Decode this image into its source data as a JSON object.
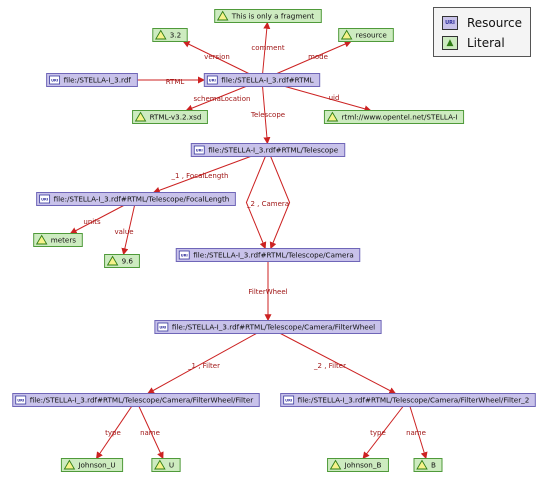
{
  "legend": {
    "resource_label": "Resource",
    "literal_label": "Literal"
  },
  "colors": {
    "resource_fill": "#c8c2ea",
    "resource_stroke": "#6f66b8",
    "literal_fill": "#cdebc0",
    "literal_stroke": "#4f9a3a",
    "edge": "#cc2222",
    "edge_label": "#a01818"
  },
  "nodes": [
    {
      "id": "fragment",
      "kind": "literal",
      "label": "This is only a fragment"
    },
    {
      "id": "v32",
      "kind": "literal",
      "label": "3.2"
    },
    {
      "id": "resource",
      "kind": "literal",
      "label": "resource"
    },
    {
      "id": "rdf",
      "kind": "resource",
      "label": "file:/STELLA-I_3.rdf"
    },
    {
      "id": "rtml",
      "kind": "resource",
      "label": "file:/STELLA-I_3.rdf#RTML"
    },
    {
      "id": "xsd",
      "kind": "literal",
      "label": "RTML-v3.2.xsd"
    },
    {
      "id": "uid",
      "kind": "literal",
      "label": "rtml://www.opentel.net/STELLA-I"
    },
    {
      "id": "telescope",
      "kind": "resource",
      "label": "file:/STELLA-I_3.rdf#RTML/Telescope"
    },
    {
      "id": "focal",
      "kind": "resource",
      "label": "file:/STELLA-I_3.rdf#RTML/Telescope/FocalLength"
    },
    {
      "id": "meters",
      "kind": "literal",
      "label": "meters"
    },
    {
      "id": "v96",
      "kind": "literal",
      "label": "9.6"
    },
    {
      "id": "camera",
      "kind": "resource",
      "label": "file:/STELLA-I_3.rdf#RTML/Telescope/Camera"
    },
    {
      "id": "fwheel",
      "kind": "resource",
      "label": "file:/STELLA-I_3.rdf#RTML/Telescope/Camera/FilterWheel"
    },
    {
      "id": "filter1",
      "kind": "resource",
      "label": "file:/STELLA-I_3.rdf#RTML/Telescope/Camera/FilterWheel/Filter"
    },
    {
      "id": "filter2",
      "kind": "resource",
      "label": "file:/STELLA-I_3.rdf#RTML/Telescope/Camera/FilterWheel/Filter_2"
    },
    {
      "id": "johnsonU",
      "kind": "literal",
      "label": "Johnson_U"
    },
    {
      "id": "U",
      "kind": "literal",
      "label": "U"
    },
    {
      "id": "johnsonB",
      "kind": "literal",
      "label": "Johnson_B"
    },
    {
      "id": "B",
      "kind": "literal",
      "label": "B"
    }
  ],
  "edges": [
    {
      "id": "comment",
      "from": "rtml",
      "to": "fragment",
      "label": "comment"
    },
    {
      "id": "version",
      "from": "rtml",
      "to": "v32",
      "label": "version"
    },
    {
      "id": "mode",
      "from": "rtml",
      "to": "resource",
      "label": "mode"
    },
    {
      "id": "rtml-rel",
      "from": "rdf",
      "to": "rtml",
      "label": "RTML"
    },
    {
      "id": "schemaLocation",
      "from": "rtml",
      "to": "xsd",
      "label": "schemaLocation"
    },
    {
      "id": "uid",
      "from": "rtml",
      "to": "uid",
      "label": "uid"
    },
    {
      "id": "telescope",
      "from": "rtml",
      "to": "telescope",
      "label": "Telescope"
    },
    {
      "id": "focallength",
      "from": "telescope",
      "to": "focal",
      "label": "_1 , FocalLength"
    },
    {
      "id": "camera-a",
      "from": "telescope",
      "to": "camera",
      "label": "_2 , Camera"
    },
    {
      "id": "camera-b",
      "from": "telescope",
      "to": "camera",
      "label": ""
    },
    {
      "id": "units",
      "from": "focal",
      "to": "meters",
      "label": "units"
    },
    {
      "id": "value",
      "from": "focal",
      "to": "v96",
      "label": "value"
    },
    {
      "id": "filterwheel",
      "from": "camera",
      "to": "fwheel",
      "label": "FilterWheel"
    },
    {
      "id": "filter1",
      "from": "fwheel",
      "to": "filter1",
      "label": "_1 , Filter"
    },
    {
      "id": "filter2",
      "from": "fwheel",
      "to": "filter2",
      "label": "_2 , Filter"
    },
    {
      "id": "type1",
      "from": "filter1",
      "to": "johnsonU",
      "label": "type"
    },
    {
      "id": "name1",
      "from": "filter1",
      "to": "U",
      "label": "name"
    },
    {
      "id": "type2",
      "from": "filter2",
      "to": "johnsonB",
      "label": "type"
    },
    {
      "id": "name2",
      "from": "filter2",
      "to": "B",
      "label": "name"
    }
  ]
}
